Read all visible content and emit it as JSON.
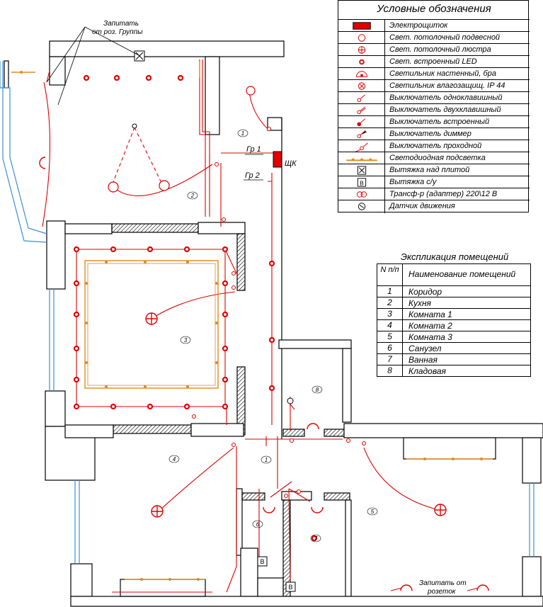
{
  "legend": {
    "title": "Условные обозначения",
    "items": [
      {
        "icon": "panel-icon",
        "label": "Электрощиток"
      },
      {
        "icon": "ceiling-pendant-light-icon",
        "label": "Свет. потолочный подвесной"
      },
      {
        "icon": "chandelier-icon",
        "label": "Свет. потолочный люстра"
      },
      {
        "icon": "recessed-led-icon",
        "label": "Свет. встроенный LED"
      },
      {
        "icon": "wall-light-icon",
        "label": "Светильник настенный, бра"
      },
      {
        "icon": "waterproof-light-icon",
        "label": "Светильник влагозащищ. IP 44"
      },
      {
        "icon": "single-switch-icon",
        "label": "Выключатель одноклавишный"
      },
      {
        "icon": "double-switch-icon",
        "label": "Выключатель двухклавишный"
      },
      {
        "icon": "recessed-switch-icon",
        "label": "Выключатель встроенный"
      },
      {
        "icon": "dimmer-switch-icon",
        "label": "Выключатель диммер"
      },
      {
        "icon": "passthrough-switch-icon",
        "label": "Выключатель проходной"
      },
      {
        "icon": "led-strip-icon",
        "label": "Светодиодная подсветка"
      },
      {
        "icon": "hood-fan-icon",
        "label": "Вытяжка над плитой"
      },
      {
        "icon": "bathroom-fan-icon",
        "label": "Вытяжка с/у"
      },
      {
        "icon": "transformer-icon",
        "label": "Трансф-р (адаптер) 220\\12 В"
      },
      {
        "icon": "motion-sensor-icon",
        "label": "Датчик движения"
      }
    ]
  },
  "explication": {
    "title": "Экспликация помещений",
    "col_n": "N п/п",
    "col_name": "Наименование помещений",
    "rows": [
      {
        "n": "1",
        "name": "Коридор"
      },
      {
        "n": "2",
        "name": "Кухня"
      },
      {
        "n": "3",
        "name": "Комната 1"
      },
      {
        "n": "4",
        "name": "Комната 2"
      },
      {
        "n": "5",
        "name": "Комната 3"
      },
      {
        "n": "6",
        "name": "Санузел"
      },
      {
        "n": "7",
        "name": "Ванная"
      },
      {
        "n": "8",
        "name": "Кладовая"
      }
    ]
  },
  "plan": {
    "note_top_line1": "Запитать",
    "note_top_line2": "от роз. Группы",
    "note_bottom_line1": "Запитать от",
    "note_bottom_line2": "розеток",
    "panel_label": "ЩК",
    "group1_label": "Гр 1",
    "group2_label": "Гр 2",
    "bath_fan_label": "В",
    "room_numbers": [
      "1",
      "2",
      "3",
      "4",
      "5",
      "6",
      "7",
      "8"
    ]
  },
  "colors": {
    "wiring": "#e00000",
    "wall": "#000000",
    "led_strip": "#e08a1e",
    "window": "#3b8fd6"
  }
}
